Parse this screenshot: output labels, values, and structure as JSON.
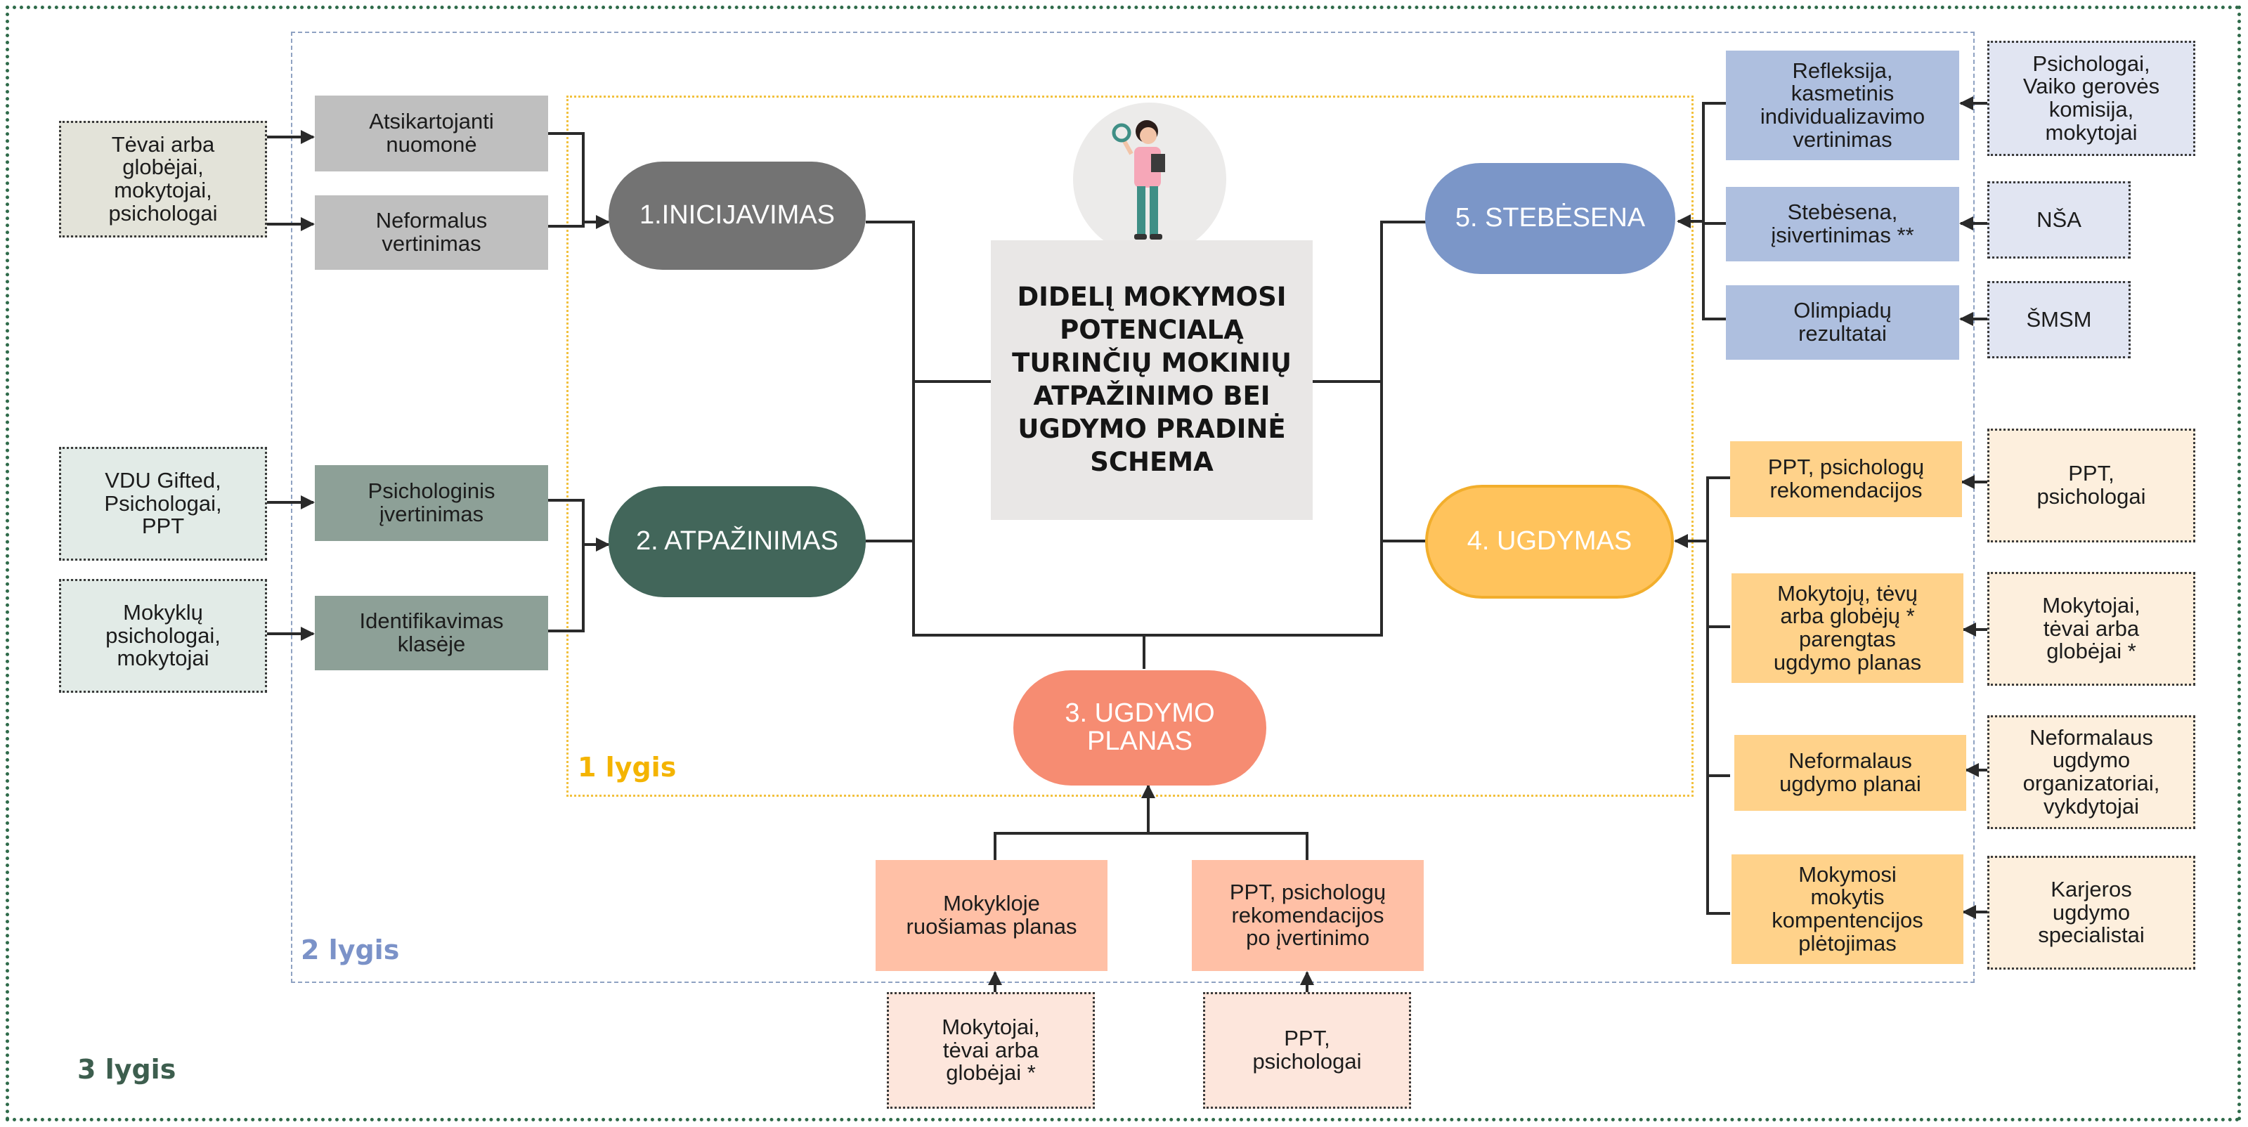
{
  "colors": {
    "level1_border": "#f2c13d",
    "level2_border": "#8fa2c2",
    "level3_border": "#2f6b4a",
    "level1_text": "#f4b400",
    "level2_text": "#7b92c8",
    "level3_text": "#3d5e4e",
    "pill_gray": "#737373",
    "pill_green": "#42665a",
    "pill_salmon": "#f68c72",
    "pill_yellow": "#ffc35c",
    "pill_blue": "#7b96c8",
    "box_gray": "#bfbfbf",
    "box_green": "#8da097",
    "box_blue": "#aebfdf",
    "box_orange": "#ffd28a",
    "box_peach": "#ffc0a6",
    "src_beige": "#e3e3d9",
    "src_mint": "#e2ebe7",
    "src_lavender": "#e1e5f2",
    "src_cream": "#fdefdd",
    "src_blush": "#fde6dc"
  },
  "levels": {
    "level1": "1 lygis",
    "level2": "2 lygis",
    "level3": "3 lygis"
  },
  "center": {
    "title": "DIDELĮ MOKYMOSI\nPOTENCIALĄ\nTURINČIŲ MOKINIŲ\nATPAŽINIMO BEI\nUGDYMO PRADINĖ\nSCHEMA",
    "illustration": "student-with-magnifier-illustration"
  },
  "stages": {
    "initiation": "1.INICIJAVIMAS",
    "recognition": "2. ATPAŽINIMAS",
    "plan": "3. UGDYMO\nPLANAS",
    "education": "4. UGDYMAS",
    "monitoring": "5. STEBĖSENA"
  },
  "initiation": {
    "items": [
      "Atsikartojanti\nnuomonė",
      "Neformalus\nvertinimas"
    ],
    "source": "Tėvai arba\nglobėjai,\nmokytojai,\npsichologai"
  },
  "recognition": {
    "items": [
      "Psichologinis\nįvertinimas",
      "Identifikavimas\nklasėje"
    ],
    "sources": [
      "VDU Gifted,\nPsichologai,\nPPT",
      "Mokyklų\npsichologai,\nmokytojai"
    ]
  },
  "plan": {
    "items": [
      "Mokykloje\nruošiamas planas",
      "PPT, psichologų\nrekomendacijos\npo įvertinimo"
    ],
    "sources": [
      "Mokytojai,\ntėvai arba\nglobėjai *",
      "PPT,\npsichologai"
    ]
  },
  "education": {
    "items": [
      "PPT, psichologų\nrekomendacijos",
      "Mokytojų, tėvų\narba globėjų *\nparengtas\nugdymo planas",
      "Neformalaus\nugdymo planai",
      "Mokymosi\nmokytis\nkompentencijos\nplėtojimas"
    ],
    "sources": [
      "PPT,\npsichologai",
      "Mokytojai,\ntėvai arba\nglobėjai *",
      "Neformalaus\nugdymo\norganizatoriai,\nvykdytojai",
      "Karjeros\nugdymo\nspecialistai"
    ]
  },
  "monitoring": {
    "items": [
      "Refleksija,\nkasmetinis\nindividualizavimo\nvertinimas",
      "Stebėsena,\nįsivertinimas **",
      "Olimpiadų\nrezultatai"
    ],
    "sources": [
      "Psichologai,\nVaiko gerovės\nkomisija,\nmokytojai",
      "NŠA",
      "ŠMSM"
    ]
  }
}
